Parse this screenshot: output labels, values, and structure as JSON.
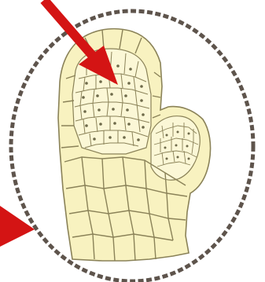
{
  "image": {
    "colors": {
      "background": "#ffffff",
      "ring_dash": "#5e544c",
      "tissue_fill": "#f8f2c0",
      "tissue_fill_light": "#fbf7d6",
      "cell_wall": "#8a8258",
      "nucleus": "#6e6a4a",
      "arrow": "#d41414"
    },
    "arrows": [
      {
        "name": "top-pointer-arrow",
        "direction": "down-right"
      },
      {
        "name": "left-pointer-arrow",
        "direction": "right"
      }
    ]
  }
}
